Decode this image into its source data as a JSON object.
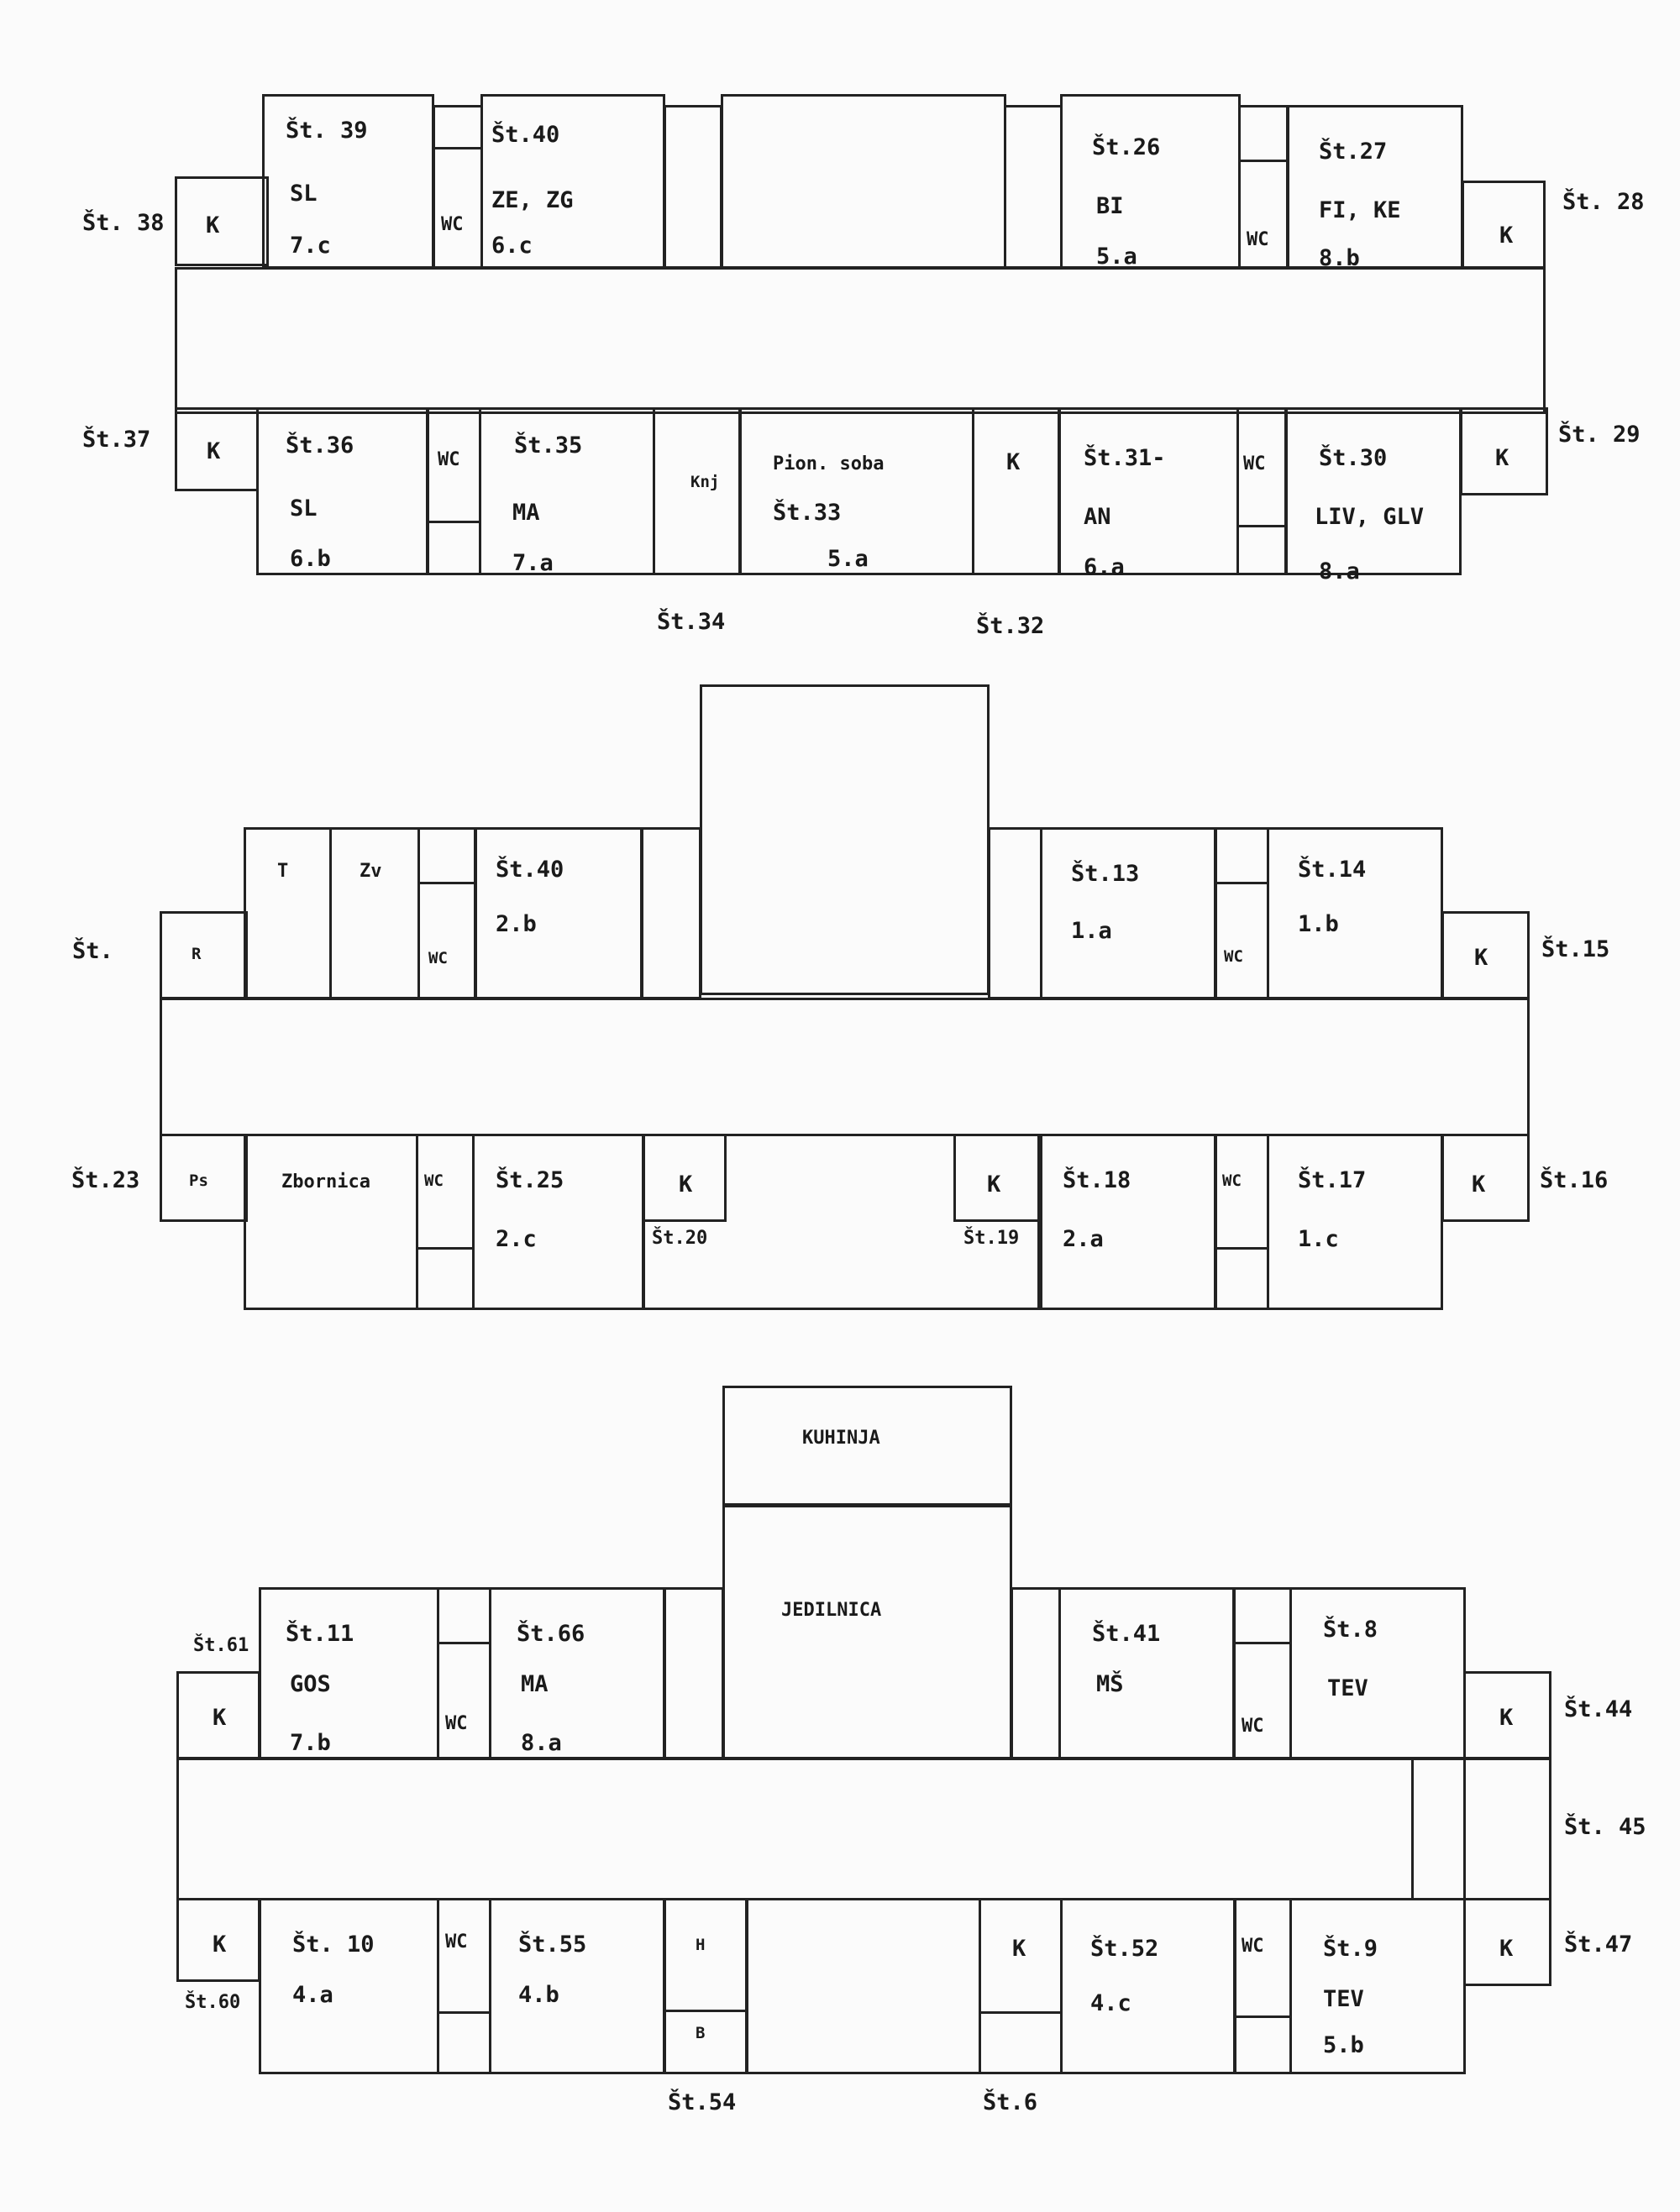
{
  "floor3": {
    "top": [
      {
        "id": "r38",
        "num": "Št. 38",
        "k": "K"
      },
      {
        "id": "r39",
        "num": "Št. 39",
        "subj": "SL",
        "cls": "7.c"
      },
      {
        "id": "wc1",
        "wc": "WC"
      },
      {
        "id": "r40",
        "num": "Št.40",
        "subj": "ZE, ZG",
        "cls": "6.c"
      },
      {
        "id": "r26",
        "num": "Št.26",
        "subj": "BI",
        "cls": "5.a"
      },
      {
        "id": "wc2",
        "wc": "WC"
      },
      {
        "id": "r27",
        "num": "Št.27",
        "subj": "FI, KE",
        "cls": "8.b"
      },
      {
        "id": "r28",
        "num": "Št. 28",
        "k": "K"
      }
    ],
    "bottom": [
      {
        "id": "r37",
        "num": "Št.37",
        "k": "K"
      },
      {
        "id": "r36",
        "num": "Št.36",
        "subj": "SL",
        "cls": "6.b"
      },
      {
        "id": "wc3",
        "wc": "WC"
      },
      {
        "id": "r35",
        "num": "Št.35",
        "subj": "MA",
        "cls": "7.a"
      },
      {
        "id": "r34",
        "num": "Št.34",
        "name": "Knj"
      },
      {
        "id": "r33",
        "name": "Pion. soba",
        "num": "Št.33",
        "cls": "5.a"
      },
      {
        "id": "r32",
        "num": "Št.32",
        "k": "K"
      },
      {
        "id": "r31",
        "num": "Št.31-",
        "subj": "AN",
        "cls": "6.a"
      },
      {
        "id": "wc4",
        "wc": "WC"
      },
      {
        "id": "r30",
        "num": "Št.30",
        "subj": "LIV, GLV",
        "cls": "8.a"
      },
      {
        "id": "r29",
        "num": "Št. 29",
        "k": "K"
      }
    ]
  },
  "floor2": {
    "top": [
      {
        "id": "rL",
        "num": "Št.",
        "k": "R"
      },
      {
        "id": "rT",
        "name": "T"
      },
      {
        "id": "rZv",
        "name": "Zv"
      },
      {
        "id": "wc5",
        "wc": "WC"
      },
      {
        "id": "r40b",
        "num": "Št.40",
        "cls": "2.b"
      },
      {
        "id": "r13",
        "num": "Št.13",
        "cls": "1.a"
      },
      {
        "id": "wc6",
        "wc": "WC"
      },
      {
        "id": "r14",
        "num": "Št.14",
        "cls": "1.b"
      },
      {
        "id": "r15",
        "num": "Št.15",
        "k": "K"
      }
    ],
    "bottom": [
      {
        "id": "r23",
        "num": "Št.23",
        "name": "Ps"
      },
      {
        "id": "rZb",
        "name": "Zbornica"
      },
      {
        "id": "wc7",
        "wc": "WC"
      },
      {
        "id": "r25",
        "num": "Št.25",
        "cls": "2.c"
      },
      {
        "id": "r20",
        "num": "Št.20",
        "k": "K"
      },
      {
        "id": "r19",
        "num": "Št.19",
        "k": "K"
      },
      {
        "id": "r18",
        "num": "Št.18",
        "cls": "2.a"
      },
      {
        "id": "wc8",
        "wc": "WC"
      },
      {
        "id": "r17",
        "num": "Št.17",
        "cls": "1.c"
      },
      {
        "id": "r16",
        "num": "Št.16",
        "k": "K"
      }
    ]
  },
  "floor1": {
    "kitchen": "KUHINJA",
    "dining": "JEDILNICA",
    "top": [
      {
        "id": "r61",
        "num": "Št.61",
        "k": "K"
      },
      {
        "id": "r11",
        "num": "Št.11",
        "subj": "GOS",
        "cls": "7.b"
      },
      {
        "id": "wc9",
        "wc": "WC"
      },
      {
        "id": "r66",
        "num": "Št.66",
        "subj": "MA",
        "cls": "8.a"
      },
      {
        "id": "r41",
        "num": "Št.41",
        "subj": "MŠ"
      },
      {
        "id": "wc10",
        "wc": "WC"
      },
      {
        "id": "r8",
        "num": "Št.8",
        "subj": "TEV"
      },
      {
        "id": "r44",
        "num": "Št.44",
        "k": "K"
      }
    ],
    "side": "Št. 45",
    "bottom": [
      {
        "id": "r60",
        "num": "Št.60",
        "k": "K"
      },
      {
        "id": "r10",
        "num": "Št. 10",
        "cls": "4.a"
      },
      {
        "id": "wc11",
        "wc": "WC"
      },
      {
        "id": "r55",
        "num": "Št.55",
        "cls": "4.b"
      },
      {
        "id": "r54",
        "num": "Št.54",
        "name": "H",
        "b": "B"
      },
      {
        "id": "r6",
        "num": "Št.6",
        "k": "K"
      },
      {
        "id": "r52",
        "num": "Št.52",
        "cls": "4.c"
      },
      {
        "id": "wc12",
        "wc": "WC"
      },
      {
        "id": "r9",
        "num": "Št.9",
        "subj": "TEV",
        "cls": "5.b"
      },
      {
        "id": "r47",
        "num": "Št.47",
        "k": "K"
      }
    ]
  }
}
